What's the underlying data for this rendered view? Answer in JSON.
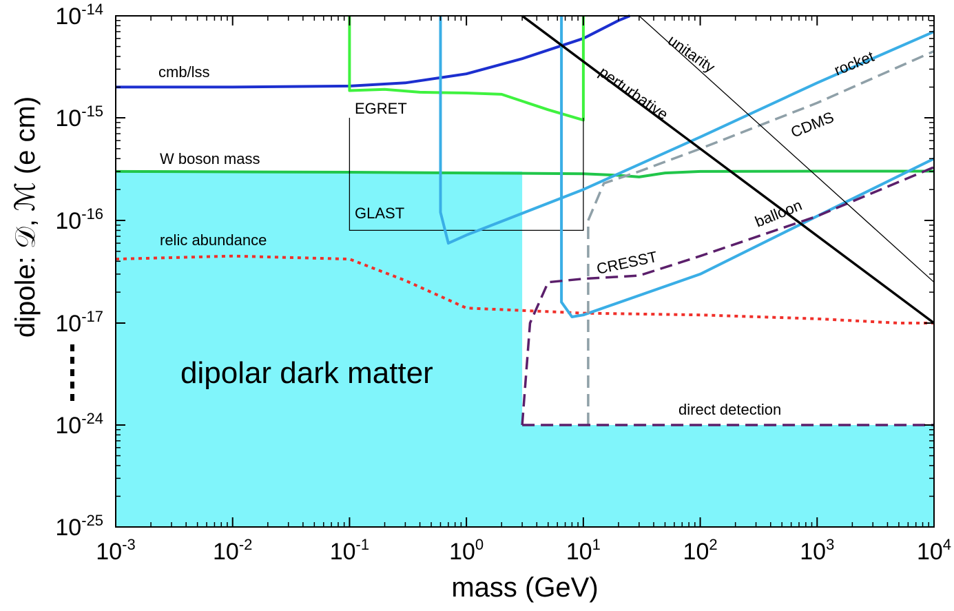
{
  "chart_data": {
    "type": "line",
    "xlabel": "mass (GeV)",
    "ylabel": "dipole: 𝒟, ℳ (e cm)",
    "xscale": "log",
    "yscale": "log (broken axis: 10^-17 jumps to 10^-24)",
    "xlim": [
      0.001,
      10000
    ],
    "y_ticks": [
      "1e-25",
      "1e-24",
      "1e-17",
      "1e-16",
      "1e-15",
      "1e-14"
    ],
    "x_ticks": [
      {
        "base": "10",
        "exp": "-3"
      },
      {
        "base": "10",
        "exp": "-2"
      },
      {
        "base": "10",
        "exp": "-1"
      },
      {
        "base": "10",
        "exp": "0"
      },
      {
        "base": "10",
        "exp": "1"
      },
      {
        "base": "10",
        "exp": "2"
      },
      {
        "base": "10",
        "exp": "3"
      },
      {
        "base": "10",
        "exp": "4"
      }
    ],
    "y_tick_labels": [
      {
        "base": "10",
        "exp": "-25",
        "value": "1e-25"
      },
      {
        "base": "10",
        "exp": "-24",
        "value": "1e-24"
      },
      {
        "base": "10",
        "exp": "-17",
        "value": "1e-17"
      },
      {
        "base": "10",
        "exp": "-16",
        "value": "1e-16"
      },
      {
        "base": "10",
        "exp": "-15",
        "value": "1e-15"
      },
      {
        "base": "10",
        "exp": "-14",
        "value": "1e-14"
      }
    ],
    "region": {
      "label": "dipolar dark matter",
      "color": "#80f5fb",
      "description_points": [
        [
          0.001,
          3e-16
        ],
        [
          3,
          3e-16
        ],
        [
          3,
          1e-24
        ],
        [
          10000,
          1e-24
        ],
        [
          10000,
          1e-25
        ],
        [
          0.001,
          1e-25
        ]
      ]
    },
    "series": [
      {
        "label": "cmb/lss",
        "color": "#1c2fcf",
        "style": "solid",
        "points": [
          [
            0.001,
            2e-15
          ],
          [
            0.01,
            2e-15
          ],
          [
            0.1,
            2.05e-15
          ],
          [
            0.3,
            2.2e-15
          ],
          [
            1,
            2.7e-15
          ],
          [
            3,
            3.8e-15
          ],
          [
            10,
            6e-15
          ],
          [
            20,
            9e-15
          ],
          [
            25,
            1e-14
          ]
        ]
      },
      {
        "label": "W boson mass",
        "color": "#21c64a",
        "style": "solid",
        "points": [
          [
            0.001,
            3e-16
          ],
          [
            0.1,
            2.95e-16
          ],
          [
            1,
            2.9e-16
          ],
          [
            10,
            2.85e-16
          ],
          [
            20,
            2.75e-16
          ],
          [
            30,
            2.65e-16
          ],
          [
            50,
            2.9e-16
          ],
          [
            100,
            3e-16
          ],
          [
            1000,
            3.02e-16
          ],
          [
            10000,
            3.02e-16
          ]
        ]
      },
      {
        "label": "EGRET",
        "color": "#3ff23f",
        "style": "solid",
        "points": [
          [
            0.1,
            1e-14
          ],
          [
            0.1,
            1.85e-15
          ],
          [
            0.2,
            1.9e-15
          ],
          [
            0.4,
            1.78e-15
          ],
          [
            1,
            1.75e-15
          ],
          [
            2,
            1.7e-15
          ],
          [
            5,
            1.2e-15
          ],
          [
            10,
            9.5e-16
          ],
          [
            10,
            1e-14
          ]
        ]
      },
      {
        "label": "GLAST",
        "color": "#000000",
        "style": "thin",
        "points": [
          [
            0.1,
            1e-15
          ],
          [
            0.1,
            8e-17
          ],
          [
            10,
            8e-17
          ],
          [
            10,
            1e-15
          ]
        ]
      },
      {
        "label": "relic abundance",
        "color": "#f0302a",
        "style": "dotted",
        "points": [
          [
            0.001,
            4.2e-17
          ],
          [
            0.01,
            4.5e-17
          ],
          [
            0.1,
            4.2e-17
          ],
          [
            0.3,
            2.6e-17
          ],
          [
            1,
            1.4e-17
          ],
          [
            10,
            1.25e-17
          ],
          [
            100,
            1.2e-17
          ],
          [
            1000,
            1.1e-17
          ],
          [
            5000,
            8e-18
          ],
          [
            10000,
            6e-18
          ]
        ]
      },
      {
        "label": "rocket",
        "color": "#3aaee6",
        "style": "solid",
        "points": [
          [
            0.6,
            1e-14
          ],
          [
            0.6,
            1.2e-16
          ],
          [
            0.7,
            6e-17
          ],
          [
            1,
            7.2e-17
          ],
          [
            10,
            2e-16
          ],
          [
            100,
            6.5e-16
          ],
          [
            1000,
            2.2e-15
          ],
          [
            10000,
            7e-15
          ]
        ]
      },
      {
        "label": "balloon",
        "color": "#3aaee6",
        "style": "solid",
        "points": [
          [
            6.5,
            1e-14
          ],
          [
            6.5,
            1.6e-17
          ],
          [
            8,
            1.15e-17
          ],
          [
            10,
            1.2e-17
          ],
          [
            100,
            3e-17
          ],
          [
            1000,
            1.1e-16
          ],
          [
            10000,
            4e-16
          ]
        ]
      },
      {
        "label": "CDMS",
        "color": "#8fa0a8",
        "style": "dashed",
        "points": [
          [
            11,
            1e-24
          ],
          [
            11,
            1e-16
          ],
          [
            15,
            2.3e-16
          ],
          [
            30,
            3e-16
          ],
          [
            100,
            5e-16
          ],
          [
            1000,
            1.4e-15
          ],
          [
            10000,
            4.5e-15
          ]
        ]
      },
      {
        "label": "CRESST",
        "color": "#5b1f6b",
        "style": "dashed",
        "points": [
          [
            3,
            1e-24
          ],
          [
            3.5,
            1e-17
          ],
          [
            5,
            2.5e-17
          ],
          [
            10,
            2.7e-17
          ],
          [
            30,
            2.9e-17
          ],
          [
            100,
            4.5e-17
          ],
          [
            1000,
            1.1e-16
          ],
          [
            10000,
            3.3e-16
          ]
        ]
      },
      {
        "label": "direct detection",
        "color": "#5b1f6b",
        "style": "dashed",
        "points": [
          [
            3,
            1e-24
          ],
          [
            10000,
            1e-24
          ]
        ]
      },
      {
        "label": "perturbative",
        "color": "#000000",
        "style": "solid",
        "points": [
          [
            3,
            1e-14
          ],
          [
            10000,
            3e-18
          ]
        ]
      },
      {
        "label": "unitarity",
        "color": "#000000",
        "style": "thin",
        "points": [
          [
            30,
            1e-14
          ],
          [
            10000,
            2.5e-17
          ]
        ]
      }
    ],
    "annotations": [
      {
        "text": "cmb/lss"
      },
      {
        "text": "EGRET"
      },
      {
        "text": "W boson mass"
      },
      {
        "text": "GLAST"
      },
      {
        "text": "relic abundance"
      },
      {
        "text": "perturbative"
      },
      {
        "text": "unitarity"
      },
      {
        "text": "rocket"
      },
      {
        "text": "CDMS"
      },
      {
        "text": "balloon"
      },
      {
        "text": "CRESST"
      },
      {
        "text": "direct detection"
      },
      {
        "text": "dipolar dark matter"
      }
    ]
  }
}
